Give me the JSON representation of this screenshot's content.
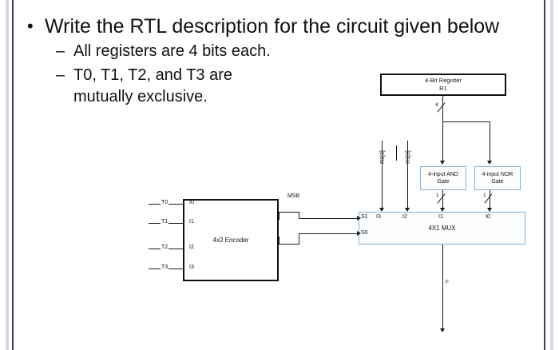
{
  "slide": {
    "bullet_glyph": "•",
    "dash_glyph": "–",
    "lines": {
      "main": "Write the RTL description for the circuit given below",
      "sub1": "All registers are 4 bits each.",
      "sub2_a": "T0, T1, T2, and T3 are",
      "sub2_b": "mutually exclusive."
    },
    "colors": {
      "border_rule": "#3b3f63",
      "border_soft": "#d8d9e6",
      "wire": "#1a1a1a",
      "blue_box_border": "#8ab0d8",
      "blue_box_fill": "#fbfdff",
      "text": "#111111"
    }
  },
  "diagram": {
    "register": {
      "line1": "4-Bit Register",
      "line2": "R1",
      "bus_width": "4"
    },
    "encoder": {
      "title": "4x2 Encoder",
      "inputs": [
        {
          "signal": "T0",
          "port": "I0"
        },
        {
          "signal": "T1",
          "port": "I1"
        },
        {
          "signal": "T2",
          "port": "I2"
        },
        {
          "signal": "T3",
          "port": "I3"
        }
      ],
      "msb_label": "MSB"
    },
    "and_gate": {
      "line1": "4-input AND",
      "line2": "Gate",
      "bus_width": "1"
    },
    "nor_gate": {
      "line1": "4-input NOR",
      "line2": "Gate",
      "bus_width": "1"
    },
    "mux": {
      "title": "4X1 MUX",
      "data_ports": [
        "I3",
        "I2",
        "I1",
        "I0"
      ],
      "select_ports": [
        "S1",
        "S0"
      ],
      "output_label": "F"
    },
    "tap_signals": [
      {
        "label": "R1[3]",
        "complemented": false
      },
      {
        "label": "R1[3]",
        "complemented": true
      }
    ]
  }
}
